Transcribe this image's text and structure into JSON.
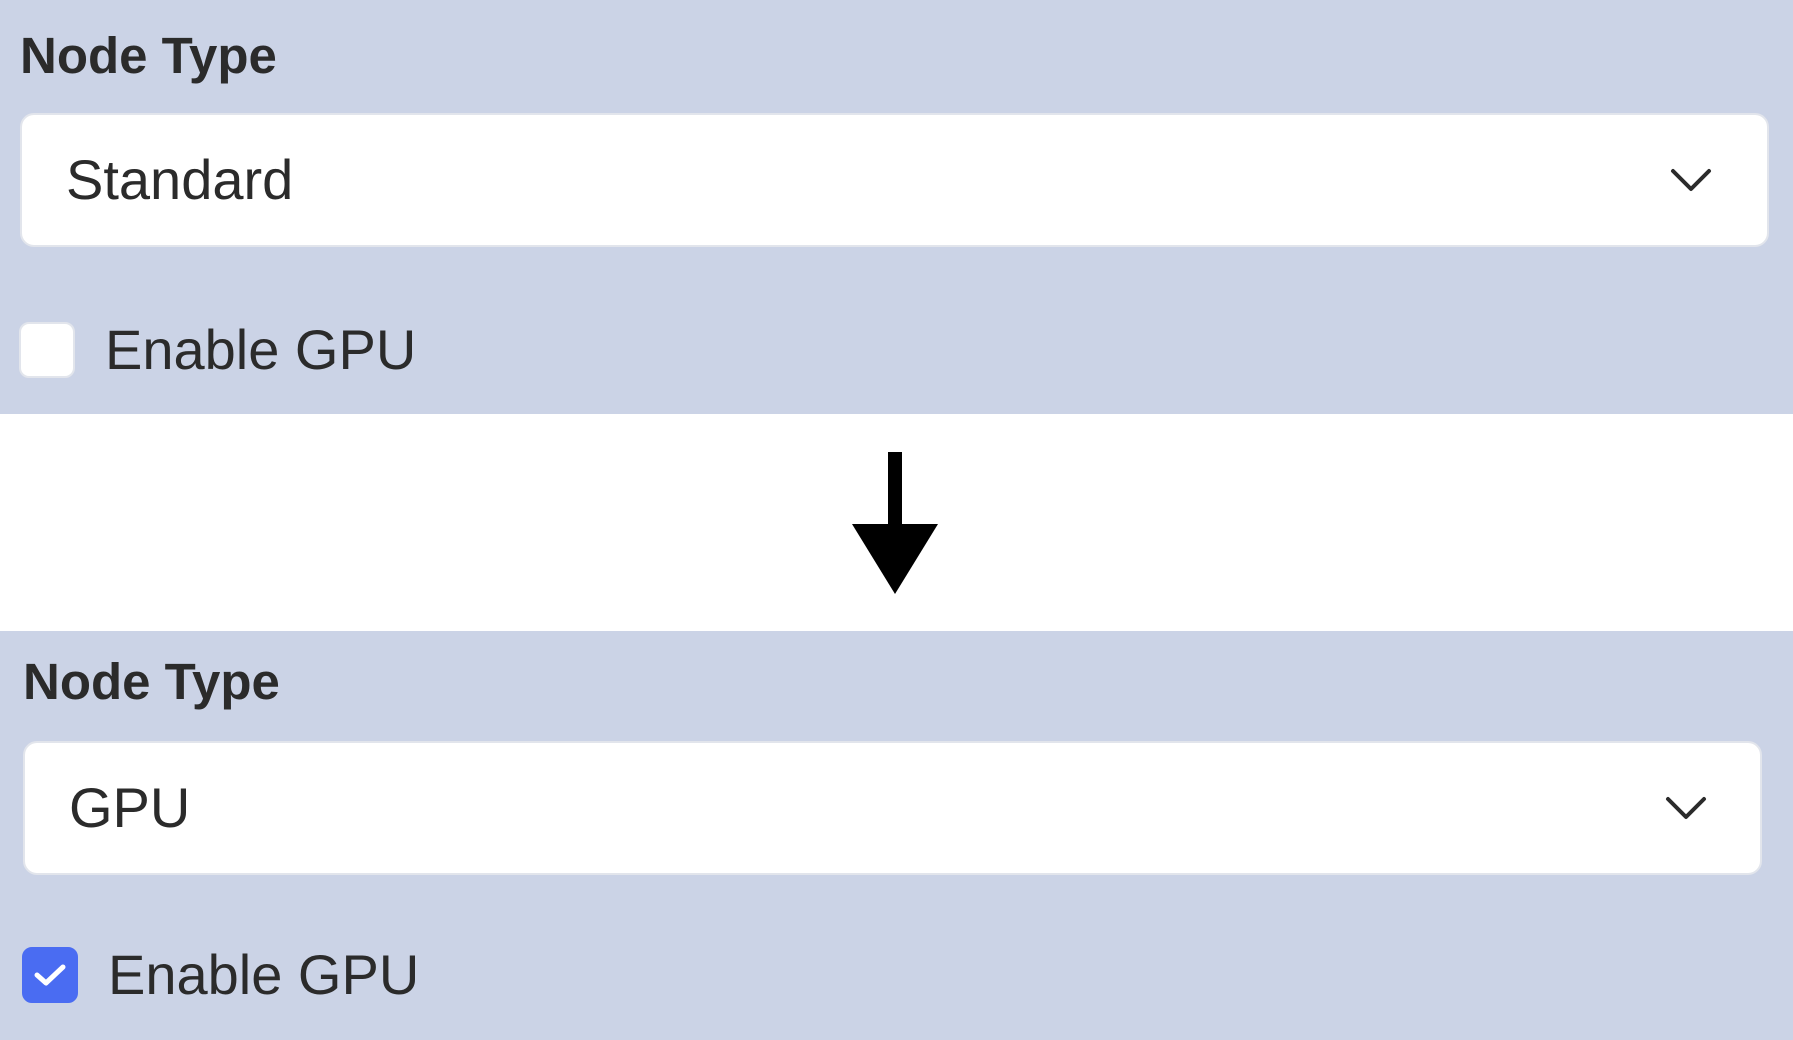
{
  "before": {
    "node_type_label": "Node Type",
    "select_value": "Standard",
    "checkbox_label": "Enable GPU",
    "checkbox_checked": false
  },
  "after": {
    "node_type_label": "Node Type",
    "select_value": "GPU",
    "checkbox_label": "Enable GPU",
    "checkbox_checked": true
  },
  "icons": {
    "dropdown": "chevron-down-icon",
    "transition": "arrow-down-icon",
    "check": "checkmark-icon"
  },
  "colors": {
    "panel_background": "#cbd3e6",
    "checkbox_checked": "#4a6cf2",
    "text": "#2b2b2b"
  }
}
